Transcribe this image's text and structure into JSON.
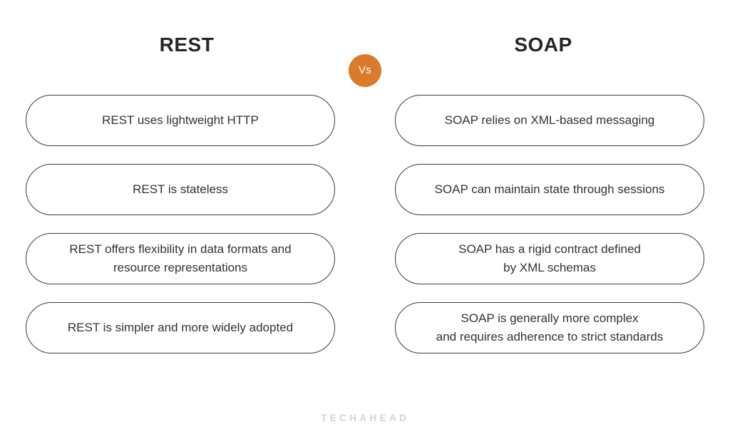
{
  "header": {
    "left_title": "REST",
    "right_title": "SOAP",
    "vs_label": "Vs",
    "vs_color": "#d97b2b",
    "vs_text_color": "#ffffff"
  },
  "theme": {
    "background": "#ffffff",
    "pill_border": "#3b3b3b",
    "pill_text": "#333333",
    "title_text": "#262626",
    "watermark_color": "#d5d5d5"
  },
  "comparison": {
    "rows": [
      {
        "left": "REST uses lightweight HTTP",
        "right": "SOAP relies on XML-based messaging"
      },
      {
        "left": "REST is stateless",
        "right": "SOAP can maintain state through sessions"
      },
      {
        "left": "REST offers flexibility in data formats and\nresource representations",
        "right": "SOAP has a rigid contract defined\nby XML schemas"
      },
      {
        "left": "REST is simpler and more widely adopted",
        "right": "SOAP is generally more complex\nand requires adherence to strict standards"
      }
    ]
  },
  "footer": {
    "watermark": "TECHAHEAD"
  }
}
